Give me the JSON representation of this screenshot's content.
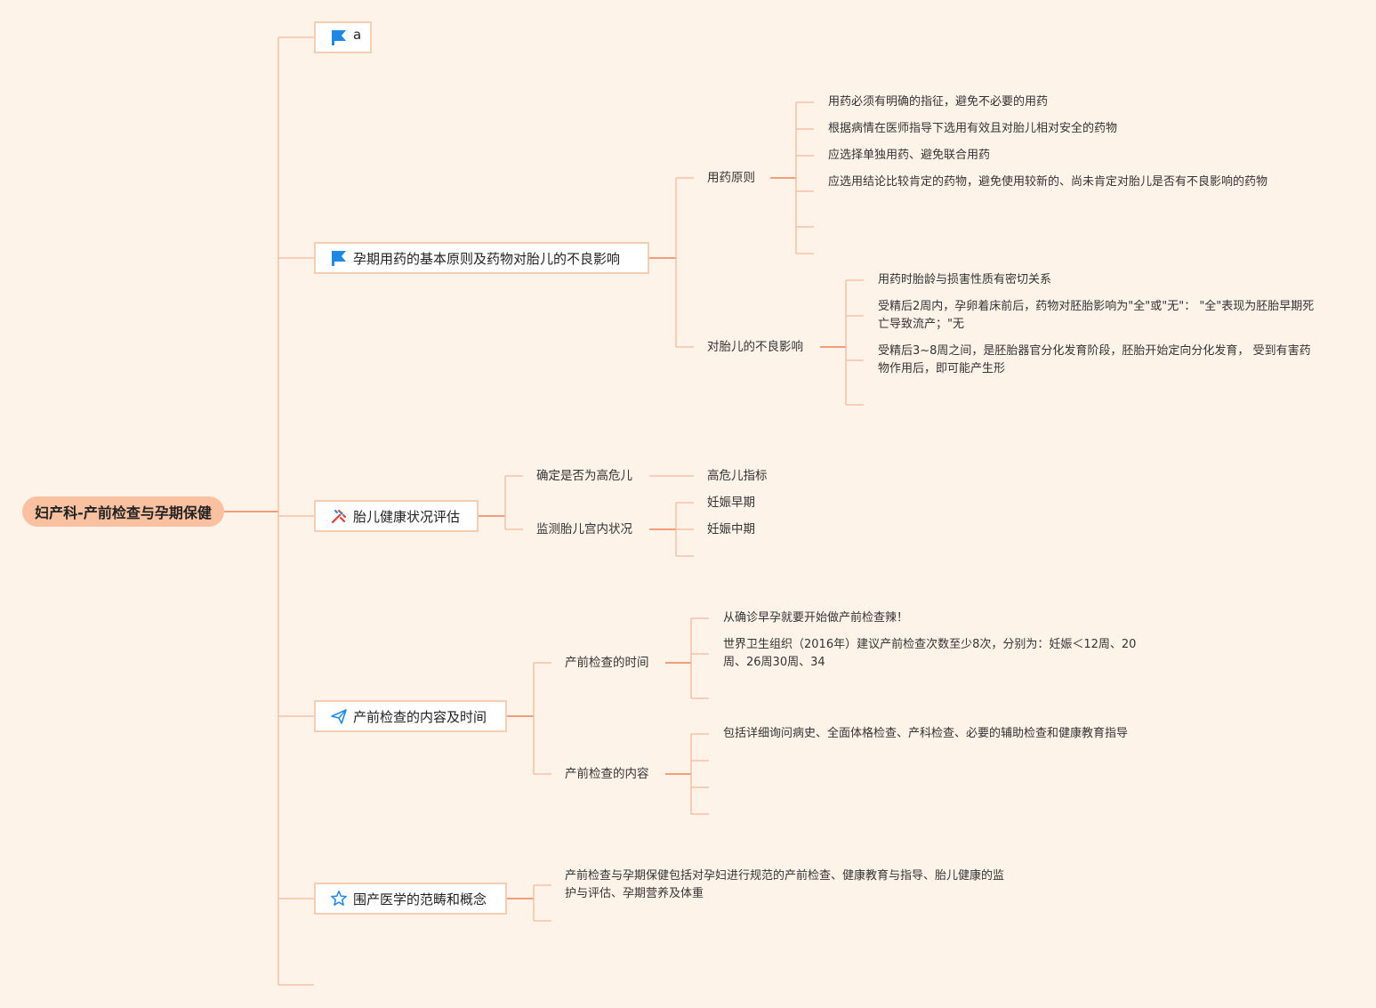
{
  "root": {
    "label": "妇产科-产前检查与孕期保健"
  },
  "branches": [
    {
      "label": "a",
      "icon": "flag-icon"
    },
    {
      "label": "孕期用药的基本原则及药物对胎儿的不良影响",
      "icon": "flag-icon",
      "children": [
        {
          "label": "用药原则",
          "children": [
            "用药必须有明确的指征，避免不必要的用药",
            "根据病情在医师指导下选用有效且对胎儿相对安全的药物",
            "应选择单独用药、避免联合用药",
            "应选用结论比较肯定的药物，避免使用较新的、尚未肯定对胎儿是否有不良影响的药物"
          ]
        },
        {
          "label": "对胎儿的不良影响",
          "children": [
            "用药时胎龄与损害性质有密切关系",
            "受精后2周内，孕卵着床前后，药物对胚胎影响为\"全\"或\"无\"： \"全\"表现为胚胎早期死亡导致流产；\"无",
            "受精后3~8周之间，是胚胎器官分化发育阶段，胚胎开始定向分化发育， 受到有害药物作用后，即可能产生形"
          ]
        }
      ]
    },
    {
      "label": "胎儿健康状况评估",
      "icon": "tools-icon",
      "children": [
        {
          "label": "确定是否为高危儿",
          "children": [
            "高危儿指标"
          ]
        },
        {
          "label": "监测胎儿宫内状况",
          "children": [
            "妊娠早期",
            "妊娠中期"
          ]
        }
      ]
    },
    {
      "label": "产前检查的内容及时间",
      "icon": "paper-plane-icon",
      "children": [
        {
          "label": "产前检查的时间",
          "children": [
            "从确诊早孕就要开始做产前检查辣！",
            "世界卫生组织（2016年）建议产前检查次数至少8次，分别为：妊娠＜12周、20周、26周30周、34"
          ]
        },
        {
          "label": "产前检查的内容",
          "children": [
            "包括详细询问病史、全面体格检查、产科检查、必要的辅助检查和健康教育指导"
          ]
        }
      ]
    },
    {
      "label": "围产医学的范畴和概念",
      "icon": "star-icon",
      "children": [
        {
          "label": "产前检查与孕期保健包括对孕妇进行规范的产前检查、健康教育与指导、胎儿健康的监护与评估、孕期营养及体重"
        }
      ]
    }
  ],
  "colors": {
    "background": "#fef3e9",
    "root_fill": "#f9c19f",
    "box_border": "#f5cdb1",
    "connector": "#f6b99a",
    "icon_blue": "#1e88e5",
    "icon_red": "#e53935"
  }
}
